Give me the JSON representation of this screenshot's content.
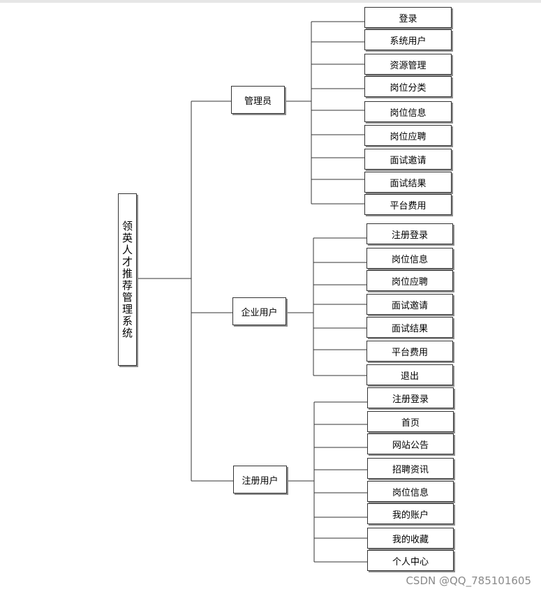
{
  "root": {
    "label": "领英人才推荐管理系统"
  },
  "branches": [
    {
      "label": "管理员",
      "items": [
        "登录",
        "系统用户",
        "资源管理",
        "岗位分类",
        "岗位信息",
        "岗位应聘",
        "面试邀请",
        "面试结果",
        "平台费用"
      ]
    },
    {
      "label": "企业用户",
      "items": [
        "注册登录",
        "岗位信息",
        "岗位应聘",
        "面试邀请",
        "面试结果",
        "平台费用",
        "退出"
      ]
    },
    {
      "label": "注册用户",
      "items": [
        "注册登录",
        "首页",
        "网站公告",
        "招聘资讯",
        "岗位信息",
        "我的账户",
        "我的收藏",
        "个人中心"
      ]
    }
  ],
  "watermark": "CSDN @QQ_785101605"
}
